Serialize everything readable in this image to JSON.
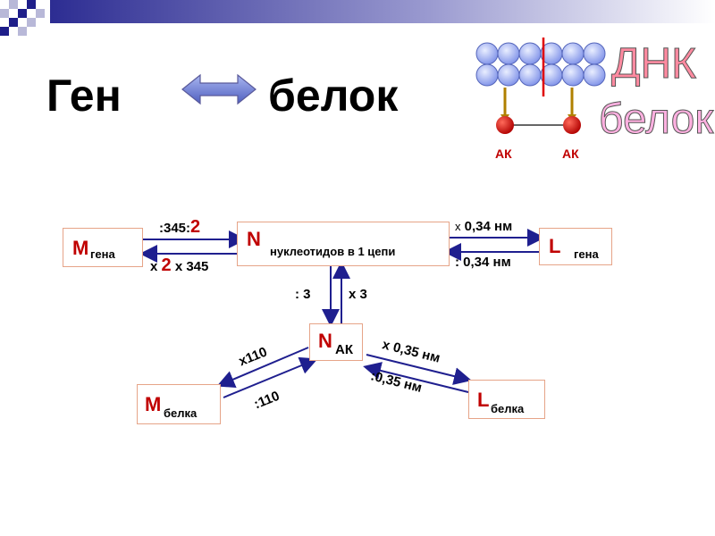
{
  "title": {
    "left": "Ген",
    "right": "белок"
  },
  "dna_graphic": {
    "word_dna": "ДНК",
    "word_protein": "белок",
    "aa_left": "АК",
    "aa_right": "АК"
  },
  "boxes": {
    "m_gene": {
      "main": "М",
      "sub": "гена"
    },
    "n_nuc": {
      "main": "N",
      "sub": "нуклеотидов в 1 цепи"
    },
    "l_gene": {
      "main": "L",
      "sub": "гена"
    },
    "n_ak": {
      "main": "N",
      "sub": "АК"
    },
    "m_protein": {
      "main": "М",
      "sub": "белка"
    },
    "l_protein": {
      "main": "L",
      "sub": "белка"
    }
  },
  "arrow_labels": {
    "div_345_a": ":345:",
    "div_345_b": "2",
    "mul_2_a": "х",
    "mul_2_b": "2",
    "mul_2_c": "х 345",
    "mul_034_a": "х",
    "mul_034_b": "0,34 нм",
    "div_034": ": 0,34 нм",
    "div_3": ": 3",
    "mul_3": "х 3",
    "mul_110": "х110",
    "div_110": ":110",
    "mul_035": "х 0,35 нм",
    "div_035": ":0,35 нм"
  },
  "colors": {
    "arrow": "#1f1f8f",
    "accent_red": "#c00000",
    "box_border": "#e6a488"
  }
}
